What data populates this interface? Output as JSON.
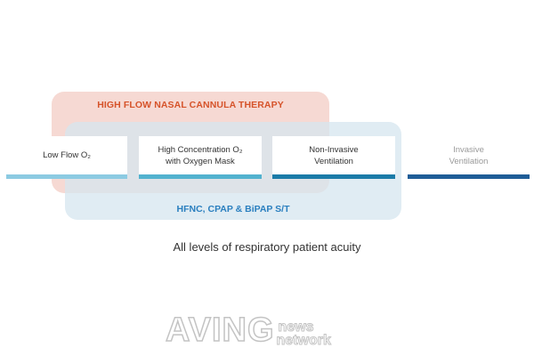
{
  "hfnc_region": {
    "title": "HIGH FLOW NASAL CANNULA THERAPY",
    "color": "#d6532a"
  },
  "multi_region": {
    "title": "HFNC, CPAP &  BiPAP S/T",
    "color": "#2a7fbf"
  },
  "stages": [
    {
      "label": "Low Flow O₂",
      "bar_color": "#8ccbe2"
    },
    {
      "label": "High Concentration O₂\nwith Oxygen Mask",
      "bar_color": "#52b2cf"
    },
    {
      "label": "Non-Invasive\nVentilation",
      "bar_color": "#1b7ba8"
    },
    {
      "label": "Invasive\nVentilation",
      "bar_color": "#1f5d97"
    }
  ],
  "caption": "All levels of respiratory patient acuity",
  "watermark": {
    "main": "AVING",
    "top": "news",
    "bottom": "network"
  }
}
